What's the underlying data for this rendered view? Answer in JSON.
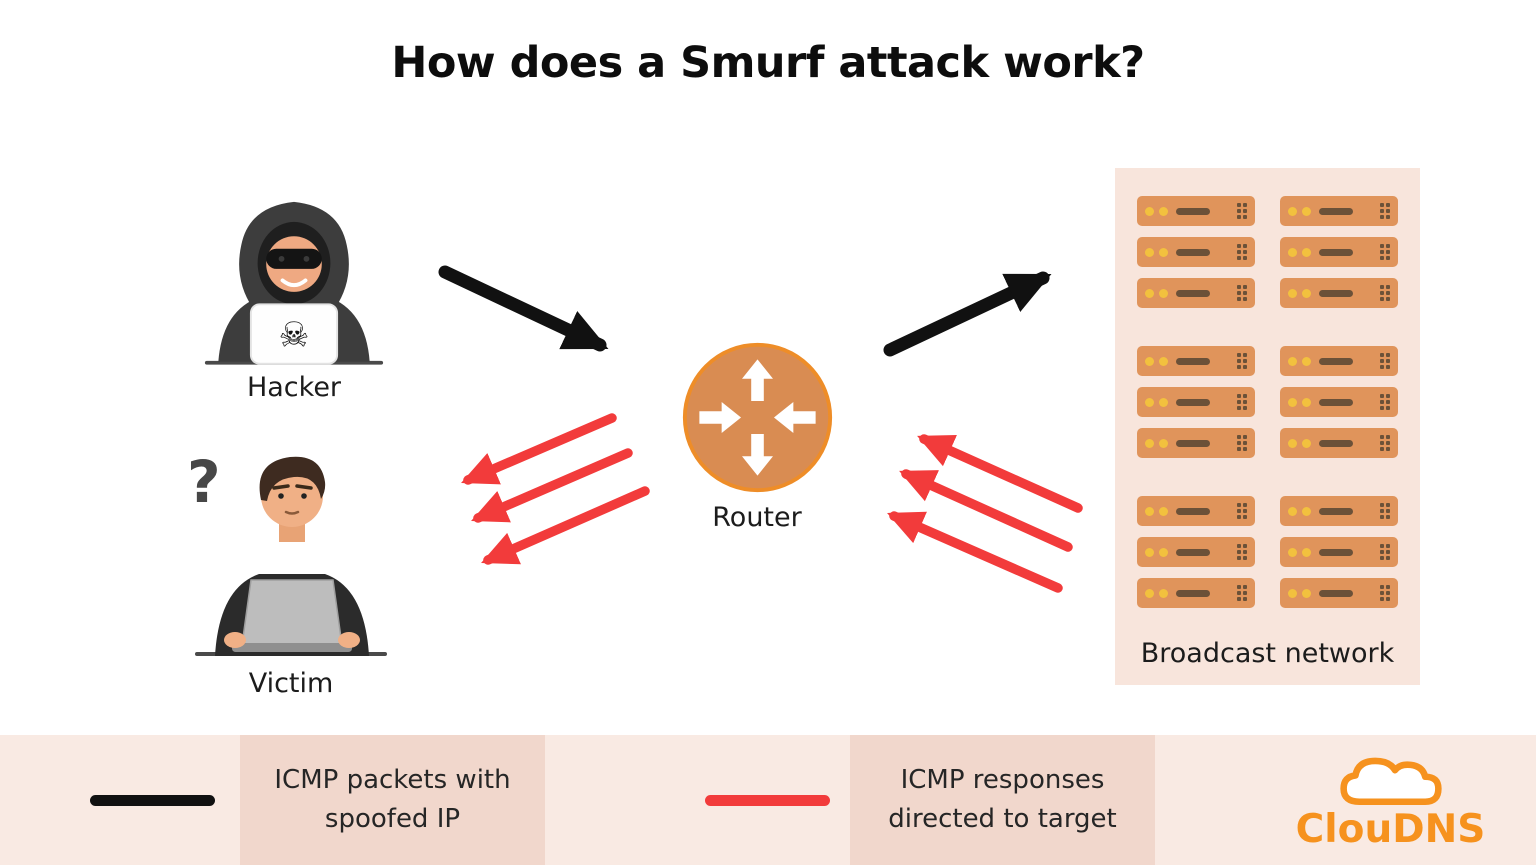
{
  "title": "How does a Smurf attack work?",
  "nodes": {
    "hacker": {
      "label": "Hacker"
    },
    "victim": {
      "label": "Victim",
      "thought": "?"
    },
    "router": {
      "label": "Router"
    },
    "broadcast": {
      "label": "Broadcast network",
      "server_groups": 6,
      "servers_per_group": 3
    }
  },
  "icons": {
    "skull": "☠"
  },
  "legend": {
    "items": [
      {
        "type": "black-line",
        "label": "ICMP packets with spoofed IP"
      },
      {
        "type": "red-line",
        "label": "ICMP responses directed to target"
      }
    ]
  },
  "branding": {
    "logo_text": "ClouDNS"
  },
  "colors": {
    "arrow_black": "#111111",
    "arrow_red": "#F23B3B",
    "router_fill": "#D98C52",
    "router_ring": "#EE8D28",
    "server_orange": "#E0945B",
    "server_led_yellow": "#F2C13E",
    "panel_pink": "#F8E5DC",
    "legend_box_pink": "#F1D7CC",
    "bottom_bar_pink": "#F9EAE3",
    "logo_orange": "#F6921E"
  }
}
